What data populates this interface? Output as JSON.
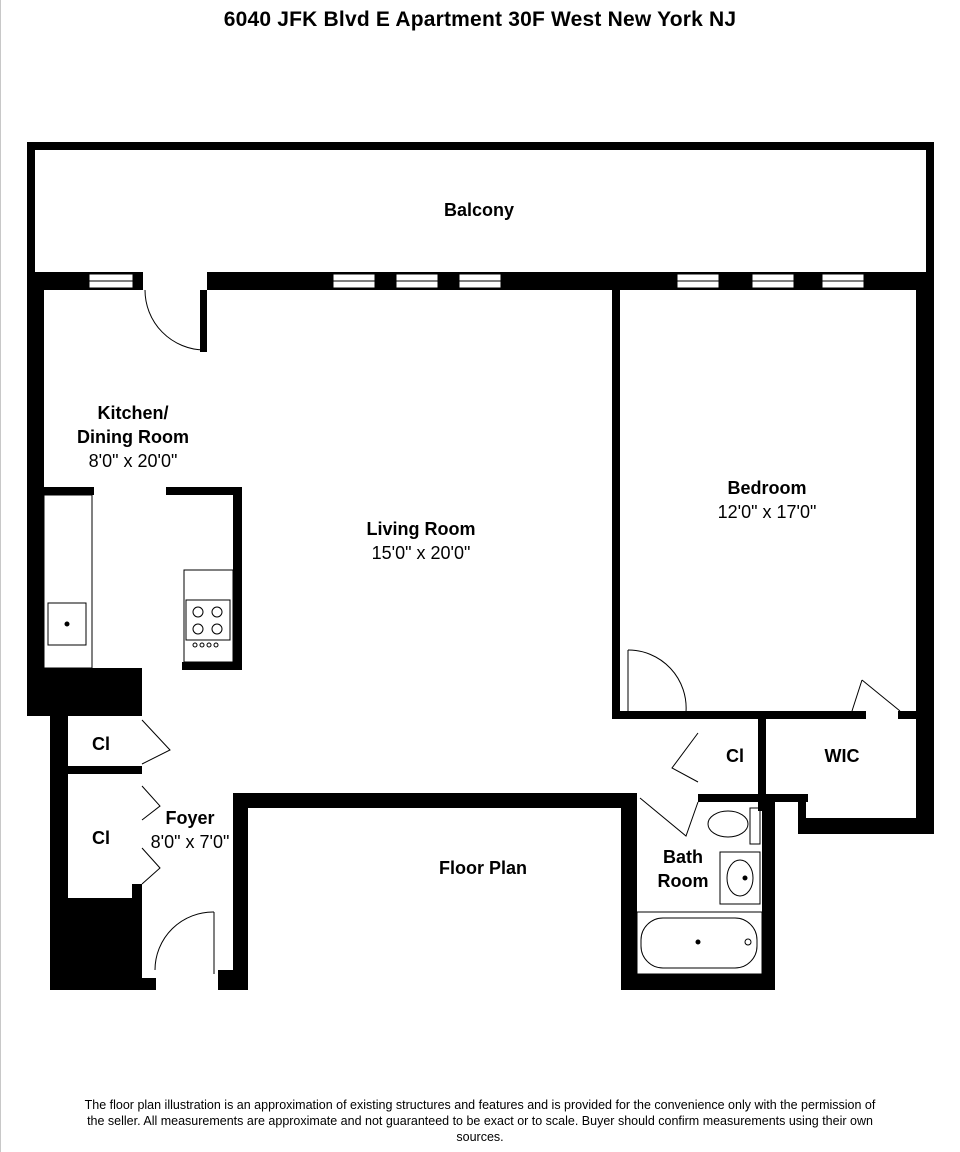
{
  "title": "6040 JFK Blvd E Apartment 30F West New York NJ",
  "rooms": {
    "balcony": {
      "name": "Balcony"
    },
    "kitchen": {
      "name_line1": "Kitchen/",
      "name_line2": "Dining Room",
      "size": "8'0\" x 20'0\""
    },
    "living": {
      "name": "Living Room",
      "size": "15'0\" x 20'0\""
    },
    "bedroom": {
      "name": "Bedroom",
      "size": "12'0\" x 17'0\""
    },
    "closet_hall": {
      "name": "Cl"
    },
    "closet_foyer": {
      "name": "Cl"
    },
    "closet_bed": {
      "name": "Cl"
    },
    "wic": {
      "name": "WIC"
    },
    "foyer": {
      "name": "Foyer",
      "size": "8'0\" x 7'0\""
    },
    "floorplan": {
      "name": "Floor Plan"
    },
    "bath": {
      "name_line1": "Bath",
      "name_line2": "Room"
    }
  },
  "disclaimer": "The floor plan illustration is an approximation of existing structures and features and is provided for the convenience only with the permission of the seller. All measurements are approximate and not guaranteed to be exact or to scale. Buyer should confirm measurements using their own sources."
}
